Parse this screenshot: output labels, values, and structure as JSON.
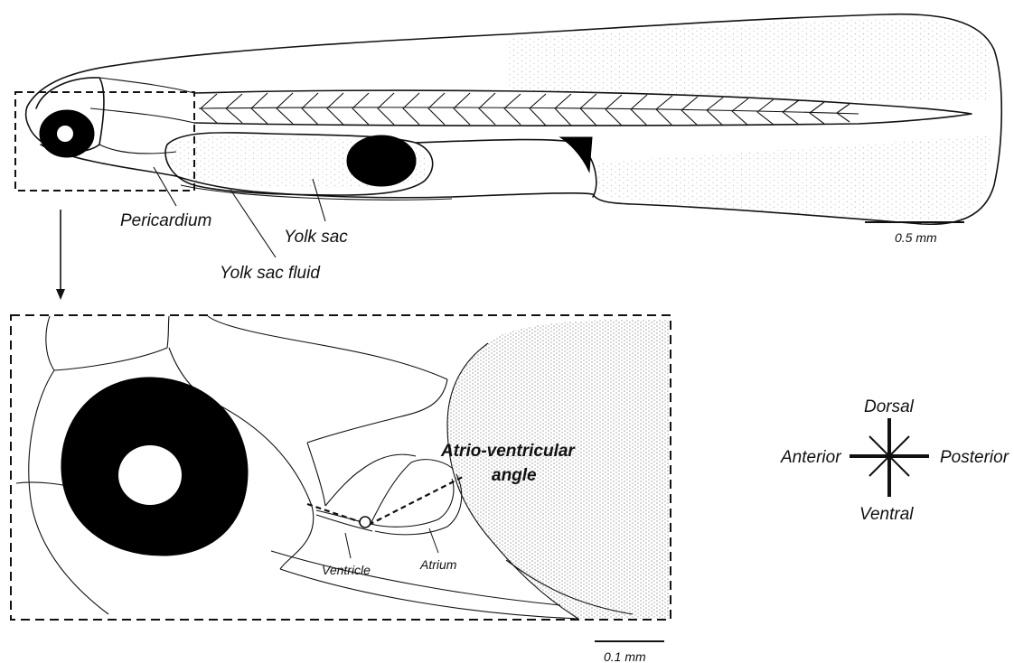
{
  "labels": {
    "pericardium": "Pericardium",
    "yolk_sac": "Yolk sac",
    "yolk_sac_fluid": "Yolk sac fluid",
    "scale_top": "0.5 mm",
    "scale_bottom": "0.1 mm",
    "av_angle_line1": "Atrio-ventricular",
    "av_angle_line2": "angle",
    "ventricle": "Ventricle",
    "atrium": "Atrium"
  },
  "compass": {
    "dorsal": "Dorsal",
    "ventral": "Ventral",
    "anterior": "Anterior",
    "posterior": "Posterior"
  },
  "colors": {
    "ink": "#111111",
    "background": "#ffffff",
    "stipple": "#8a8a8a"
  }
}
